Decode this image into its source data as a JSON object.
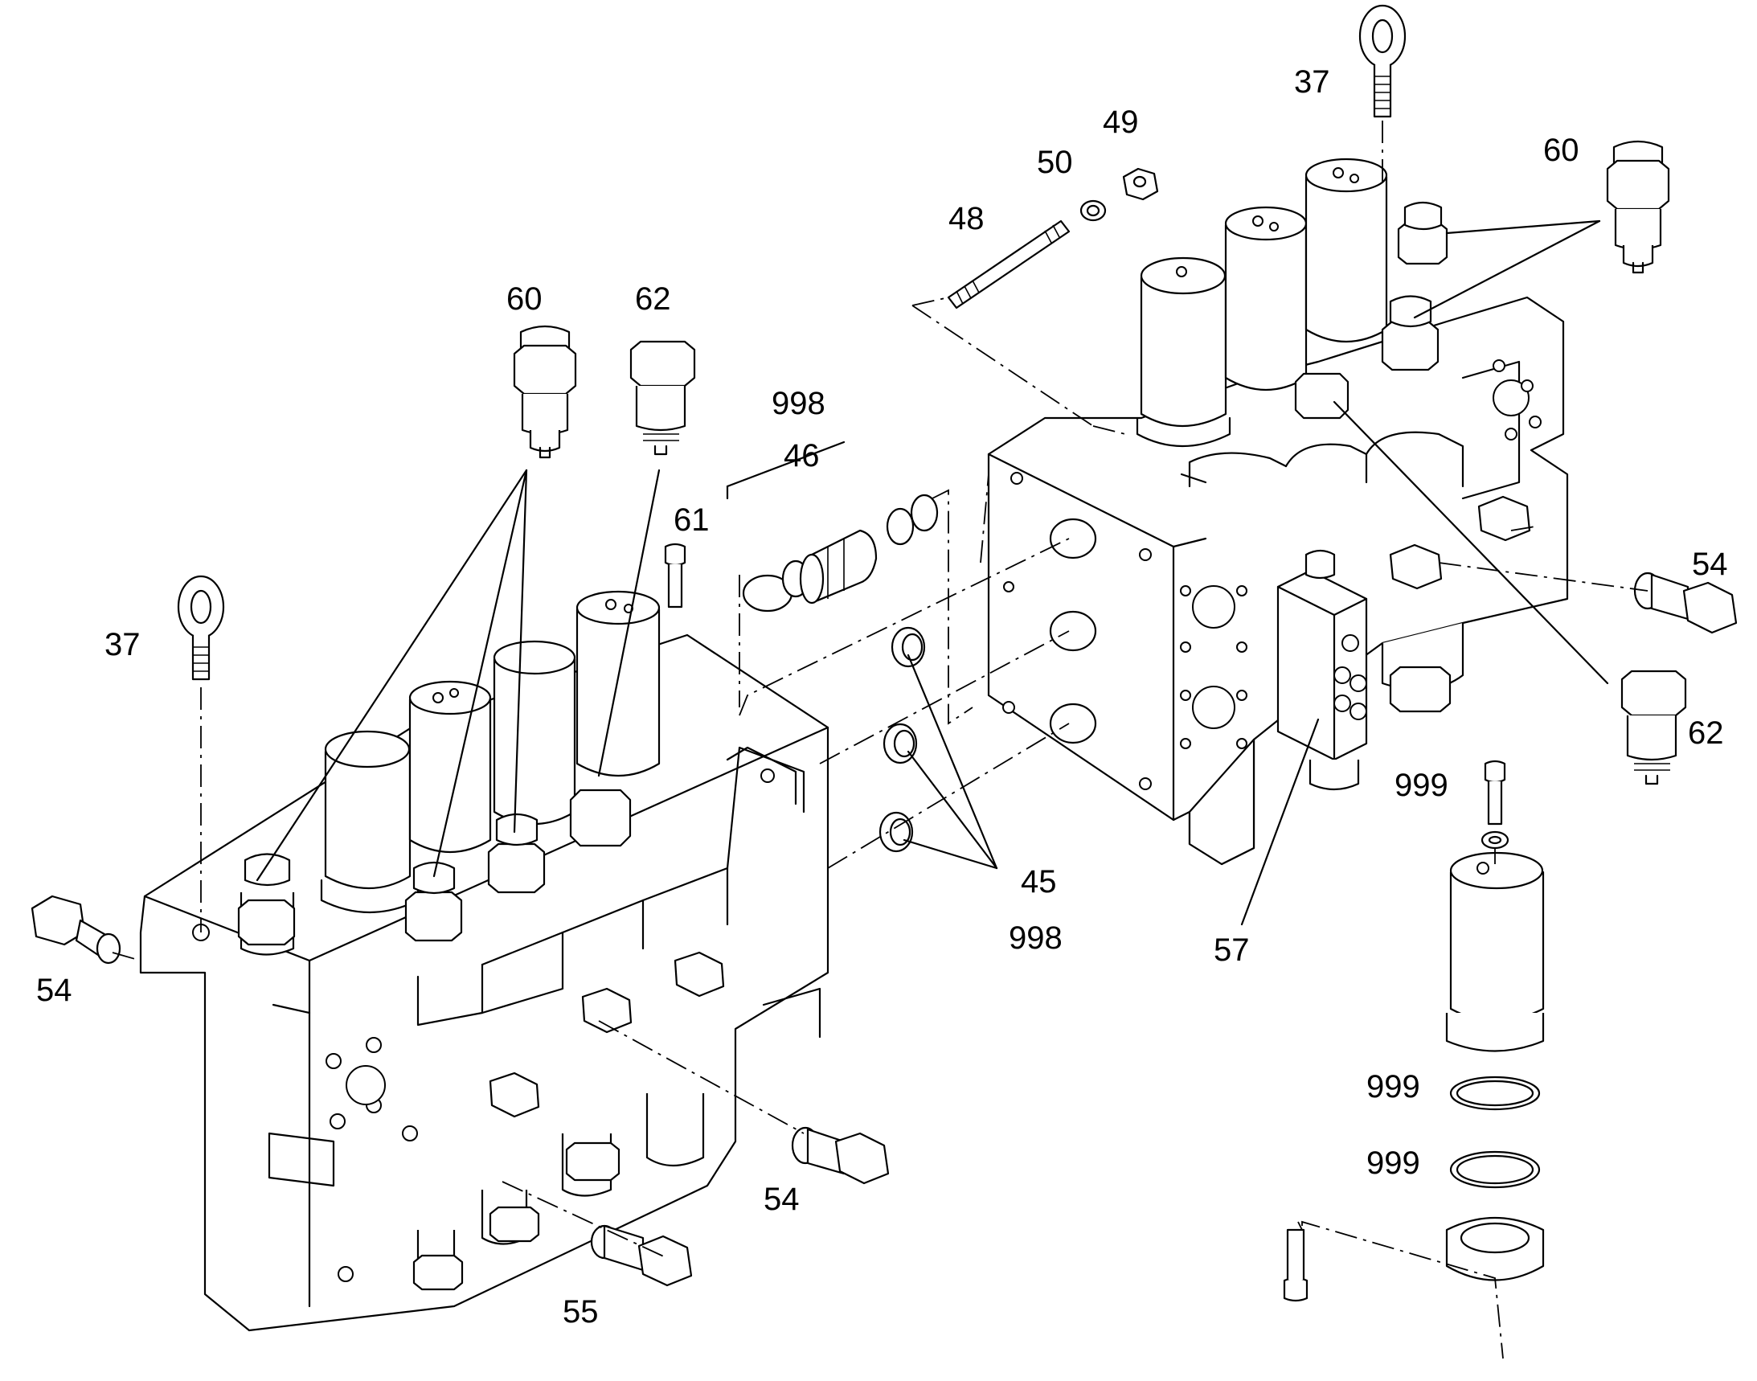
{
  "labels": {
    "l37a": "37",
    "l37b": "37",
    "l45": "45",
    "l46": "46",
    "l48": "48",
    "l49": "49",
    "l50": "50",
    "l54a": "54",
    "l54b": "54",
    "l54c": "54",
    "l55": "55",
    "l57": "57",
    "l60a": "60",
    "l60b": "60",
    "l61": "61",
    "l62a": "62",
    "l62b": "62",
    "l998a": "998",
    "l998b": "998",
    "l999a": "999",
    "l999b": "999",
    "l999c": "999"
  }
}
